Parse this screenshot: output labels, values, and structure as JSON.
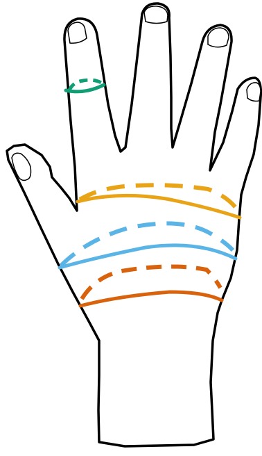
{
  "diagram": {
    "background": "#ffffff",
    "outline_color": "#000000",
    "nail_fill": "#ffffff",
    "bands": [
      {
        "name": "finger-ring",
        "color": "#119E74",
        "dashed": true,
        "solid": true
      },
      {
        "name": "palm-upper",
        "color": "#E8A317",
        "dashed": true,
        "solid": true
      },
      {
        "name": "palm-middle",
        "color": "#5AB4E6",
        "dashed": true,
        "solid": true
      },
      {
        "name": "palm-lower",
        "color": "#D9620C",
        "dashed": true,
        "solid": true
      }
    ]
  }
}
